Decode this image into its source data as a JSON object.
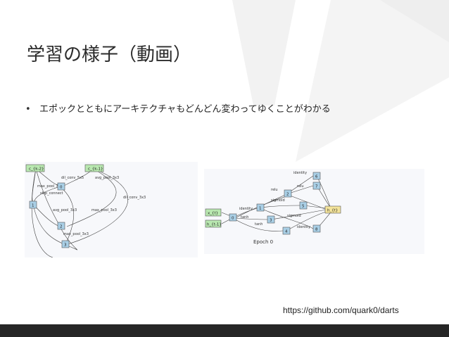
{
  "slide": {
    "title": "学習の様子（動画）",
    "bullet": "エポックとともにアーキテクチャもどんどん変わってゆくことがわかる",
    "caption": "https://github.com/quark0/darts"
  },
  "graph_left": {
    "nodes": [
      "c_{k-2}",
      "c_{k-1}",
      "0",
      "1",
      "2",
      "3"
    ],
    "edge_labels": [
      "dil_conv_5x5",
      "avg_pool_3x3",
      "max_pool_3x3",
      "skip_connect",
      "avg_pool_3x3",
      "max_pool_3x3",
      "dil_conv_3x3",
      "max_pool_3x3"
    ]
  },
  "graph_right": {
    "nodes": [
      "x_{t}",
      "h_{t-1}",
      "0",
      "1",
      "2",
      "3",
      "4",
      "5",
      "6",
      "7",
      "8",
      "h_{t}"
    ],
    "edge_labels": [
      "identity",
      "relu",
      "identity",
      "sigmoid",
      "tanh",
      "relu",
      "identity",
      "sigmoid",
      "tanh"
    ],
    "epoch_label": "Epoch 0"
  },
  "colors": {
    "input_node": "#b9e8b0",
    "inner_node": "#a9cfe6",
    "output_node": "#f3e39a",
    "footer": "#262626",
    "background_shape": "#f1f1f1"
  }
}
